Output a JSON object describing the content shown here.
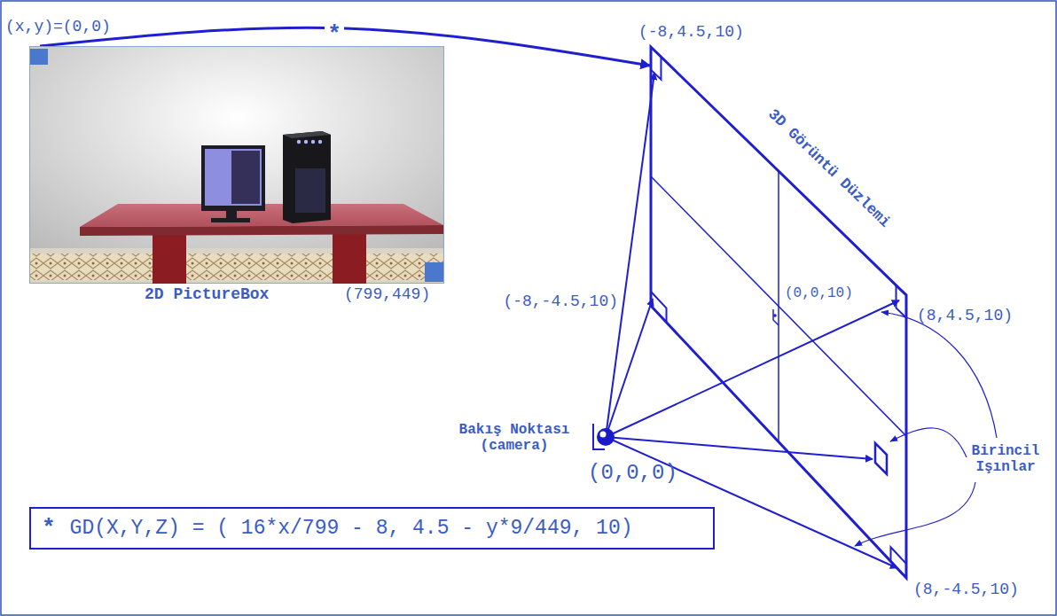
{
  "diagram": {
    "nodes": [
      {
        "text": [
          "2D PictureBox"
        ]
      },
      {
        "text": [
          "3D Görüntü Düzlemi"
        ]
      },
      {
        "text": [
          "*",
          "GD(X,Y,Z) = ( 16*x/799 - 8, 4.5 - y*9/449, 10)"
        ]
      }
    ],
    "edges": [
      {
        "from": 0,
        "to": 1,
        "arrow": "to",
        "label": "*"
      }
    ],
    "labels": [
      "(x,y)=(0,0)",
      "(799,449)",
      "(-8,4.5,10)",
      "(-8,-4.5,10)",
      "(0,0,10)",
      "(8,4.5,10)",
      "(8,-4.5,10)",
      "Bakış Noktası (camera)",
      "(0,0,0)",
      "Birincil Işınlar"
    ]
  }
}
